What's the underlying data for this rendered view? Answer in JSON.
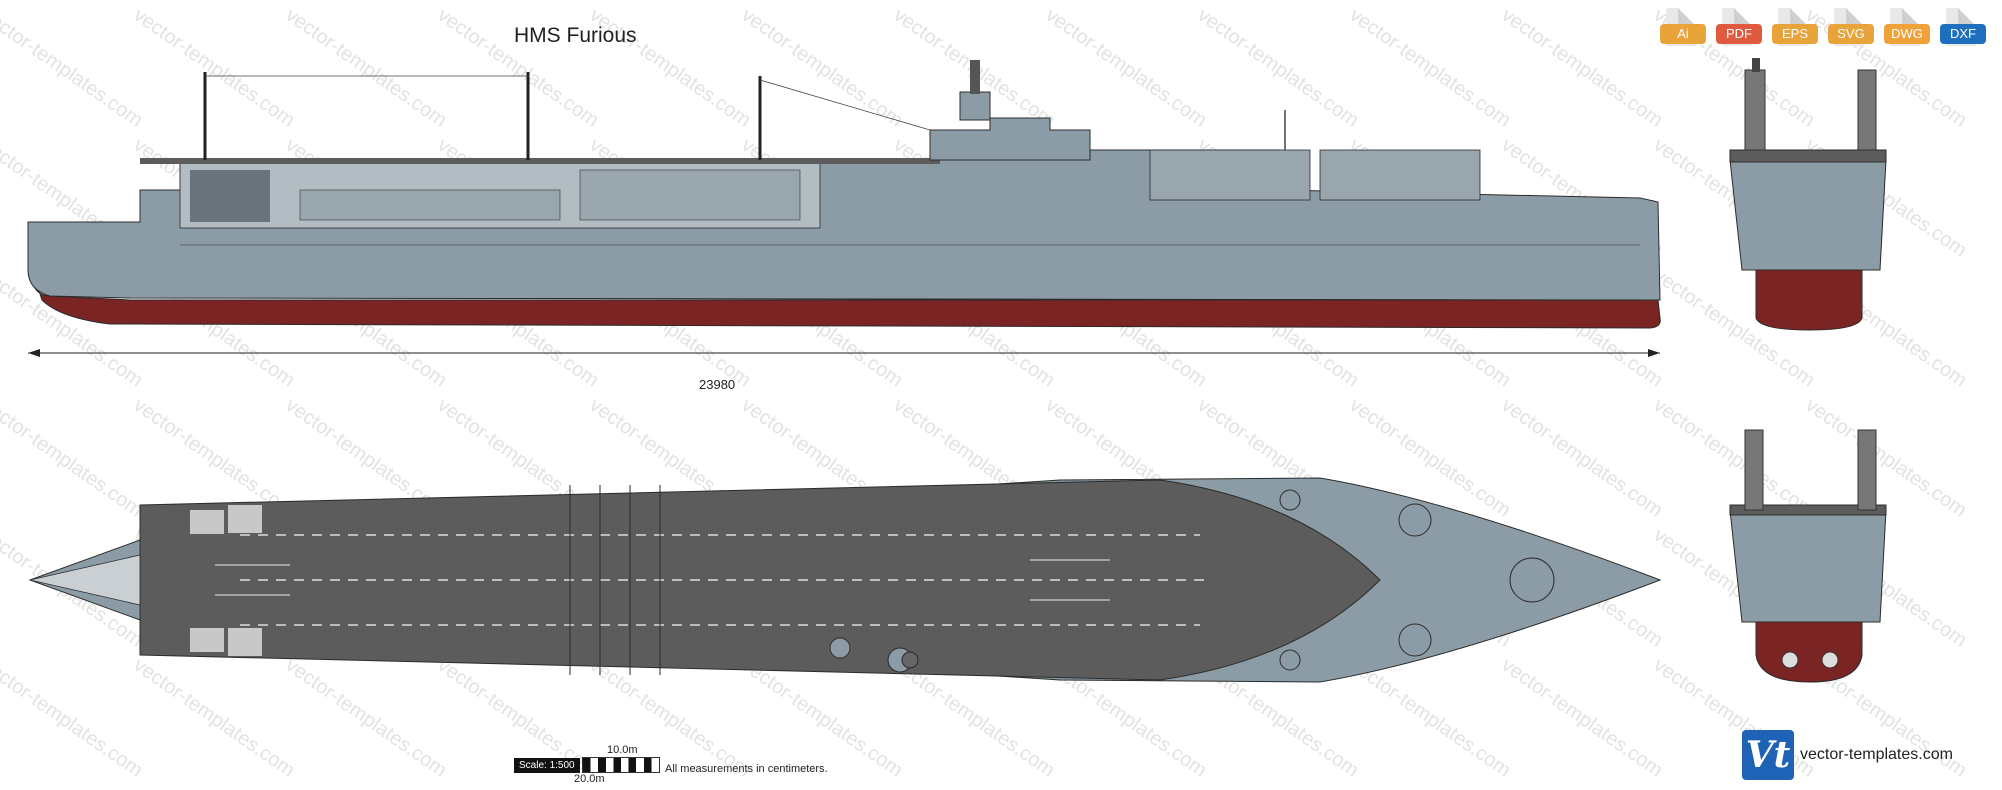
{
  "title": "HMS Furious",
  "length_dimension": "23980",
  "formats": [
    {
      "label": "Ai",
      "color": "#e8a33a"
    },
    {
      "label": "PDF",
      "color": "#e05a3f"
    },
    {
      "label": "EPS",
      "color": "#e8a33a"
    },
    {
      "label": "SVG",
      "color": "#e8a33a"
    },
    {
      "label": "DWG",
      "color": "#f0a23a"
    },
    {
      "label": "DXF",
      "color": "#1f6fbf"
    }
  ],
  "scale": {
    "label": "Scale: 1:500",
    "top_mark": "10.0m",
    "bottom_mark": "20.0m",
    "note": "All measurements in centimeters."
  },
  "brand": {
    "logo_text": "Vt",
    "site": "vector-templates.com",
    "watermark": "vector-templates.com"
  },
  "colors": {
    "hull_upper": "#8c9ca6",
    "hull_lower": "#7a2424",
    "deck": "#5c5c5c",
    "outline": "#2b2b2b"
  }
}
